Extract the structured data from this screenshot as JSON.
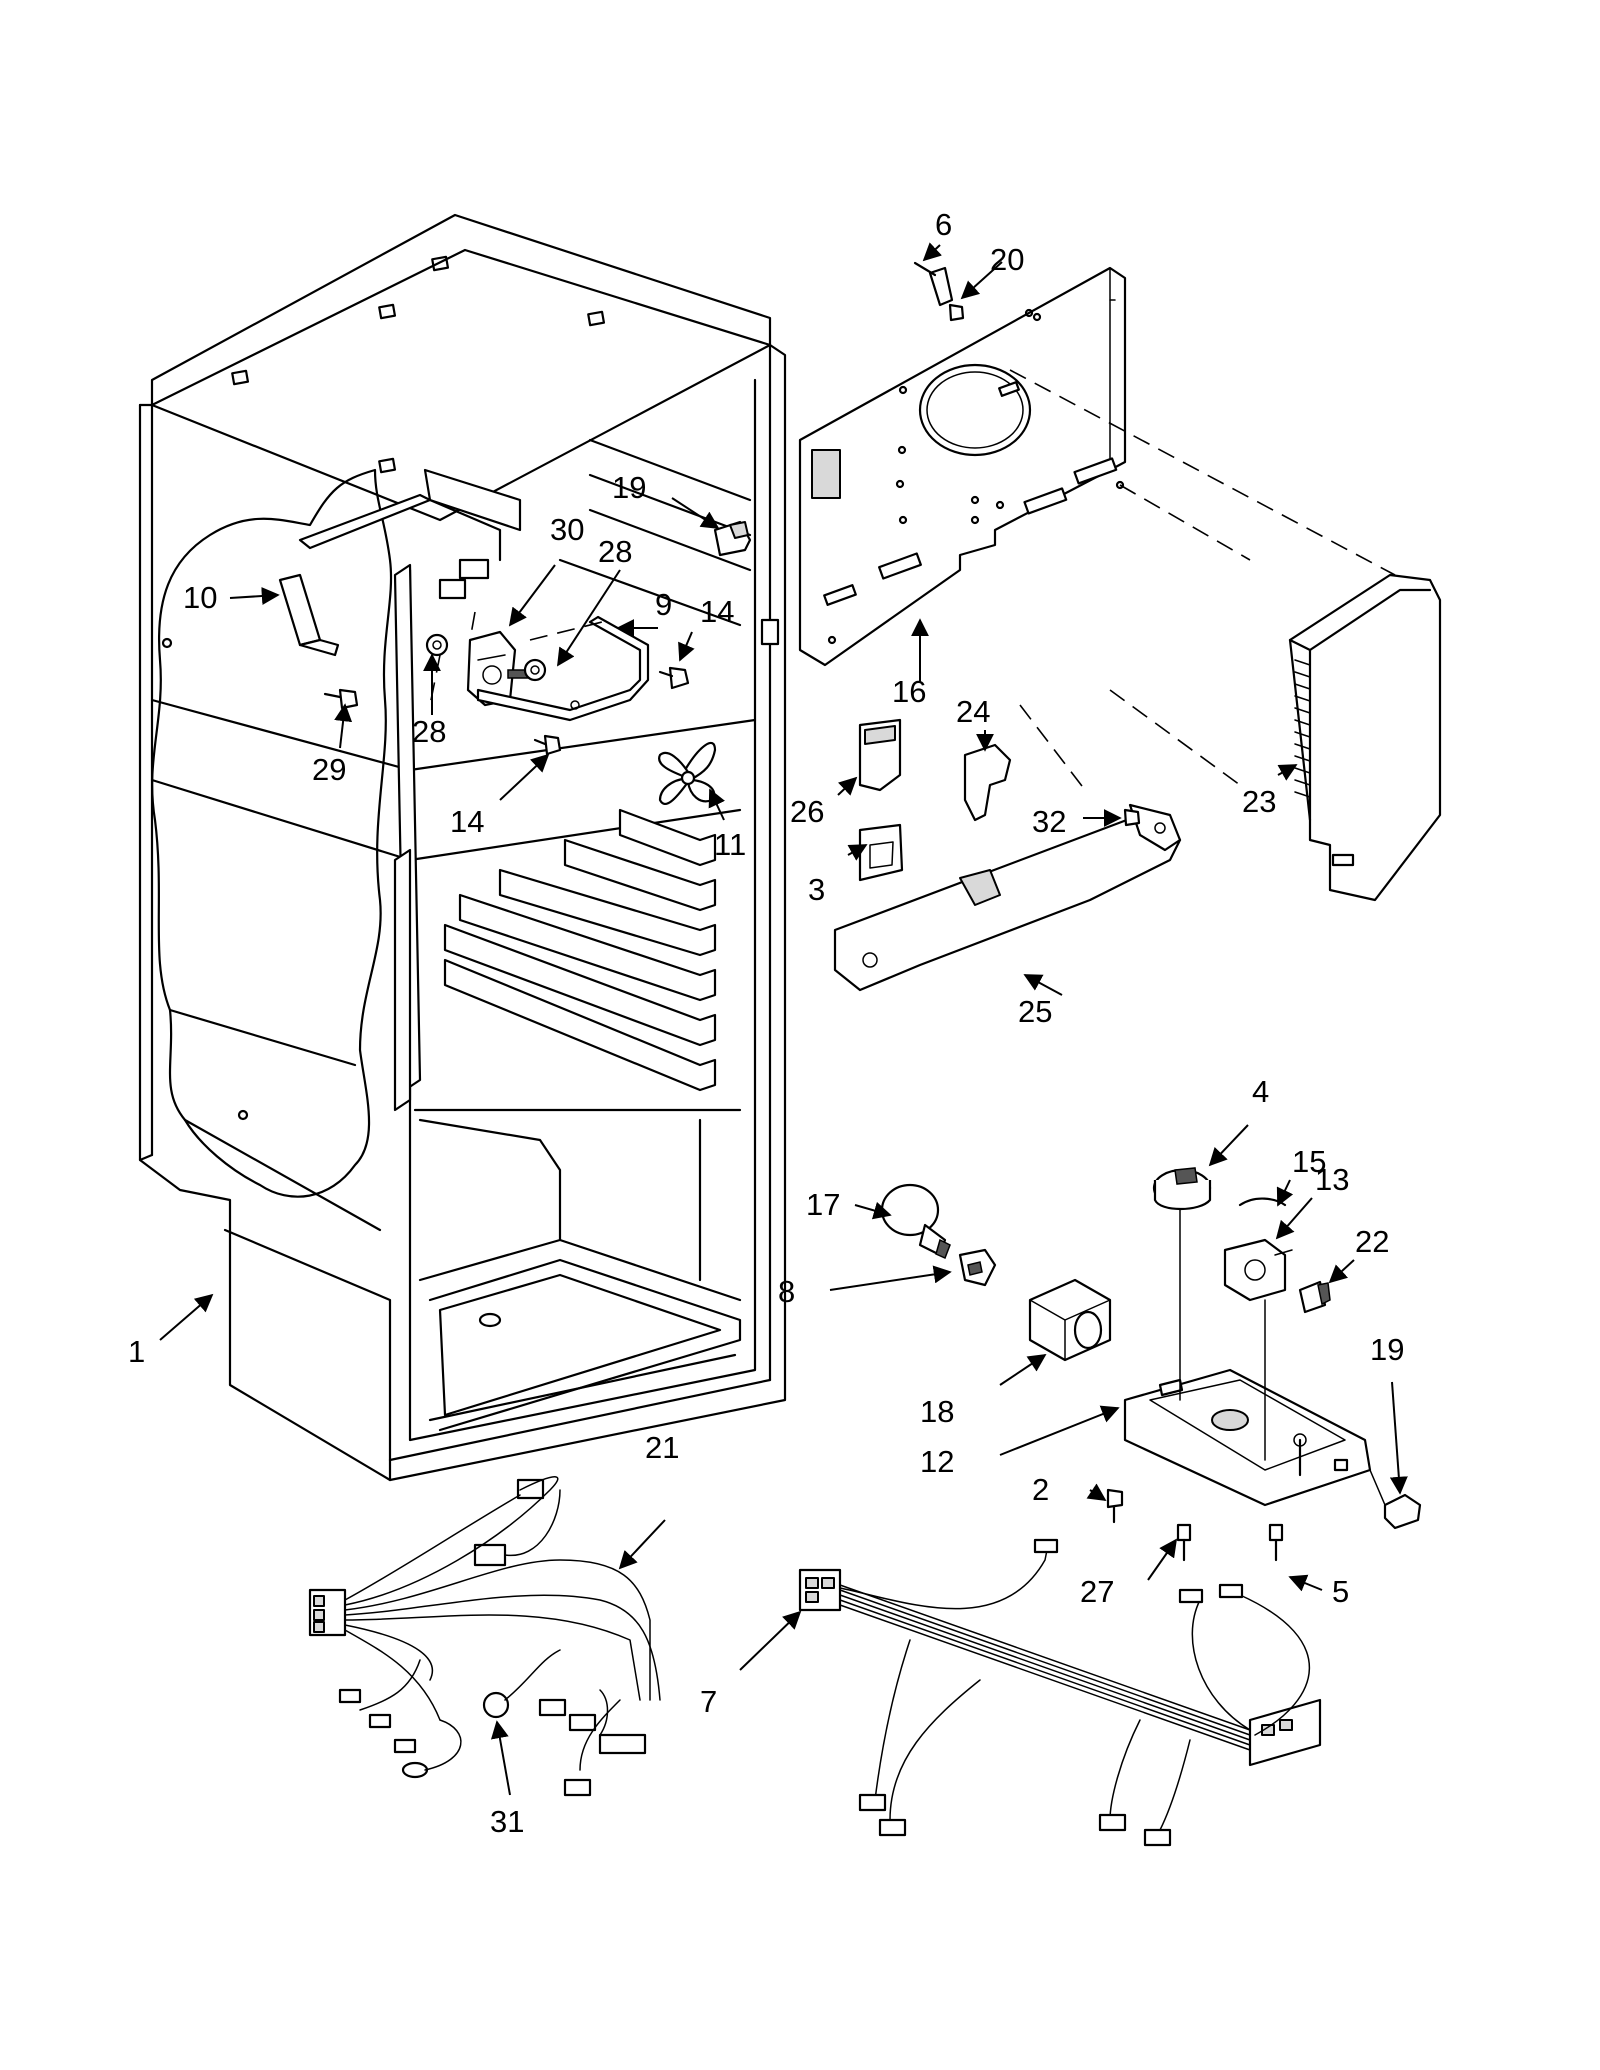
{
  "diagram": {
    "callouts": [
      {
        "id": "c1",
        "text": "1"
      },
      {
        "id": "c2",
        "text": "2"
      },
      {
        "id": "c3",
        "text": "3"
      },
      {
        "id": "c4",
        "text": "4"
      },
      {
        "id": "c5",
        "text": "5"
      },
      {
        "id": "c6",
        "text": "6"
      },
      {
        "id": "c7",
        "text": "7"
      },
      {
        "id": "c8",
        "text": "8"
      },
      {
        "id": "c9",
        "text": "9"
      },
      {
        "id": "c10",
        "text": "10"
      },
      {
        "id": "c11",
        "text": "11"
      },
      {
        "id": "c12",
        "text": "12"
      },
      {
        "id": "c13",
        "text": "13"
      },
      {
        "id": "c14a",
        "text": "14"
      },
      {
        "id": "c14b",
        "text": "14"
      },
      {
        "id": "c15",
        "text": "15"
      },
      {
        "id": "c16",
        "text": "16"
      },
      {
        "id": "c17",
        "text": "17"
      },
      {
        "id": "c18",
        "text": "18"
      },
      {
        "id": "c19a",
        "text": "19"
      },
      {
        "id": "c19b",
        "text": "19"
      },
      {
        "id": "c20",
        "text": "20"
      },
      {
        "id": "c21",
        "text": "21"
      },
      {
        "id": "c22",
        "text": "22"
      },
      {
        "id": "c23",
        "text": "23"
      },
      {
        "id": "c24",
        "text": "24"
      },
      {
        "id": "c25",
        "text": "25"
      },
      {
        "id": "c26",
        "text": "26"
      },
      {
        "id": "c27",
        "text": "27"
      },
      {
        "id": "c28a",
        "text": "28"
      },
      {
        "id": "c28b",
        "text": "28"
      },
      {
        "id": "c29",
        "text": "29"
      },
      {
        "id": "c30",
        "text": "30"
      },
      {
        "id": "c31",
        "text": "31"
      },
      {
        "id": "c32",
        "text": "32"
      }
    ]
  }
}
